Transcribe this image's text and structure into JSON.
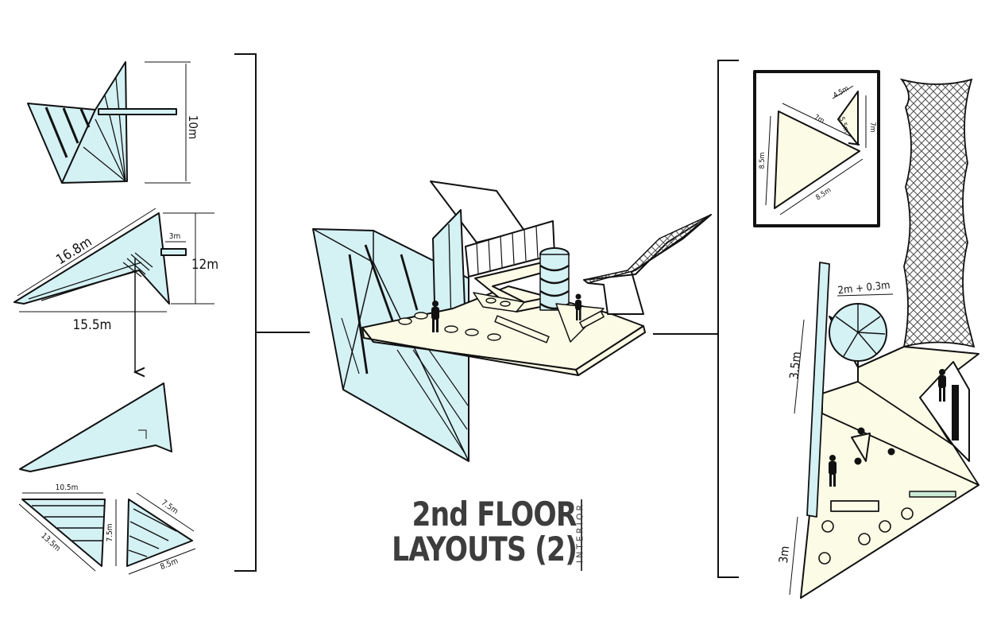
{
  "title": {
    "line1": "2nd FLOOR",
    "line2": "LAYOUTS (2)",
    "subtitle": "INTERIOR"
  },
  "dimensions": {
    "top_height": "10m",
    "profile_length": "16.8m",
    "profile_arm": "3m",
    "profile_height": "12m",
    "profile_base": "15.5m",
    "panel_top": "10.5m",
    "panel_side": "7.5m",
    "panel_diag": "13.5m",
    "panel2_top": "7.5m",
    "panel2_bottom": "8.5m",
    "inset_small_top": "4.5m",
    "inset_small_side": "5.5m",
    "inset_small_right": "7m",
    "inset_large_top": "7m",
    "inset_large_left": "8.5m",
    "inset_large_bottom": "8.5m",
    "stair_dim": "2m + 0.3m",
    "plan_upper": "3.5m",
    "plan_lower": "3m"
  },
  "colors": {
    "glass": "#d4f1f4",
    "floor": "#fbfbe6",
    "ink": "#111111",
    "title": "#3d3d3d",
    "accent": "#cdebd6",
    "mesh": "#888888"
  }
}
